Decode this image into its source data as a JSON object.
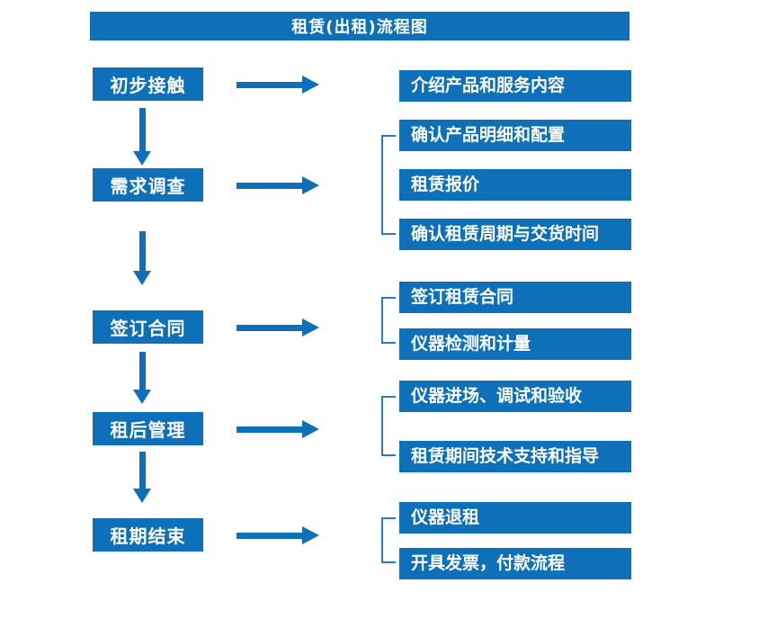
{
  "title": "租赁(出租)流程图",
  "colors": {
    "primary": "#0d70b9",
    "bracket": "#2b7abf",
    "text": "#ffffff",
    "background": "#ffffff"
  },
  "flow": {
    "steps": [
      {
        "label": "初步接触",
        "outputs": [
          "介绍产品和服务内容"
        ]
      },
      {
        "label": "需求调查",
        "outputs": [
          "确认产品明细和配置",
          "租赁报价",
          "确认租赁周期与交货时间"
        ]
      },
      {
        "label": "签订合同",
        "outputs": [
          "签订租赁合同",
          "仪器检测和计量"
        ]
      },
      {
        "label": "租后管理",
        "outputs": [
          "仪器进场、调试和验收",
          "租赁期间技术支持和指导"
        ]
      },
      {
        "label": "租期结束",
        "outputs": [
          "仪器退租",
          "开具发票，付款流程"
        ]
      }
    ]
  }
}
